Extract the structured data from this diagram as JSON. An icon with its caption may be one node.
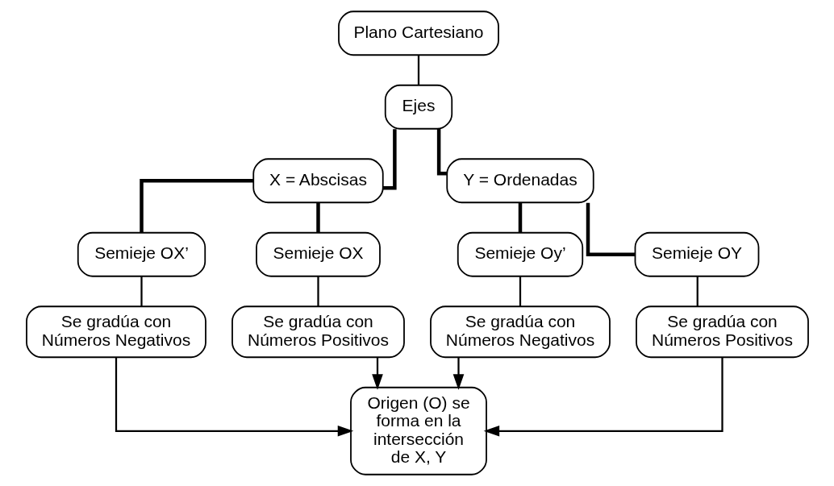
{
  "diagram": {
    "nodes": [
      {
        "text": [
          "Plano Cartesiano"
        ]
      },
      {
        "text": [
          "Ejes"
        ]
      },
      {
        "text": [
          "X = Abscisas"
        ]
      },
      {
        "text": [
          "Y = Ordenadas"
        ]
      },
      {
        "text": [
          "Semieje OX’"
        ]
      },
      {
        "text": [
          "Semieje OX"
        ]
      },
      {
        "text": [
          "Semieje Oy’"
        ]
      },
      {
        "text": [
          "Semieje OY"
        ]
      },
      {
        "text": [
          "Se gradúa con Números Negativos"
        ]
      },
      {
        "text": [
          "Se gradúa con Números Positivos"
        ]
      },
      {
        "text": [
          "Se gradúa con Números Negativos"
        ]
      },
      {
        "text": [
          "Se gradúa con Números Positivos"
        ]
      },
      {
        "text": [
          "Origen (O) se forma en la intersección de X, Y"
        ]
      }
    ],
    "edges": [
      {
        "from": 0,
        "to": 1,
        "arrow": "none"
      },
      {
        "from": 1,
        "to": 2,
        "arrow": "none",
        "style": "thick"
      },
      {
        "from": 1,
        "to": 3,
        "arrow": "none",
        "style": "thick"
      },
      {
        "from": 2,
        "to": 4,
        "arrow": "none",
        "style": "thick"
      },
      {
        "from": 2,
        "to": 5,
        "arrow": "none",
        "style": "thick"
      },
      {
        "from": 3,
        "to": 6,
        "arrow": "none",
        "style": "thick"
      },
      {
        "from": 3,
        "to": 7,
        "arrow": "none",
        "style": "thick"
      },
      {
        "from": 4,
        "to": 8,
        "arrow": "none"
      },
      {
        "from": 5,
        "to": 9,
        "arrow": "none"
      },
      {
        "from": 6,
        "to": 10,
        "arrow": "none"
      },
      {
        "from": 7,
        "to": 11,
        "arrow": "none"
      },
      {
        "from": 8,
        "to": 12,
        "arrow": "to"
      },
      {
        "from": 9,
        "to": 12,
        "arrow": "to"
      },
      {
        "from": 10,
        "to": 12,
        "arrow": "to"
      },
      {
        "from": 11,
        "to": 12,
        "arrow": "to"
      }
    ]
  }
}
